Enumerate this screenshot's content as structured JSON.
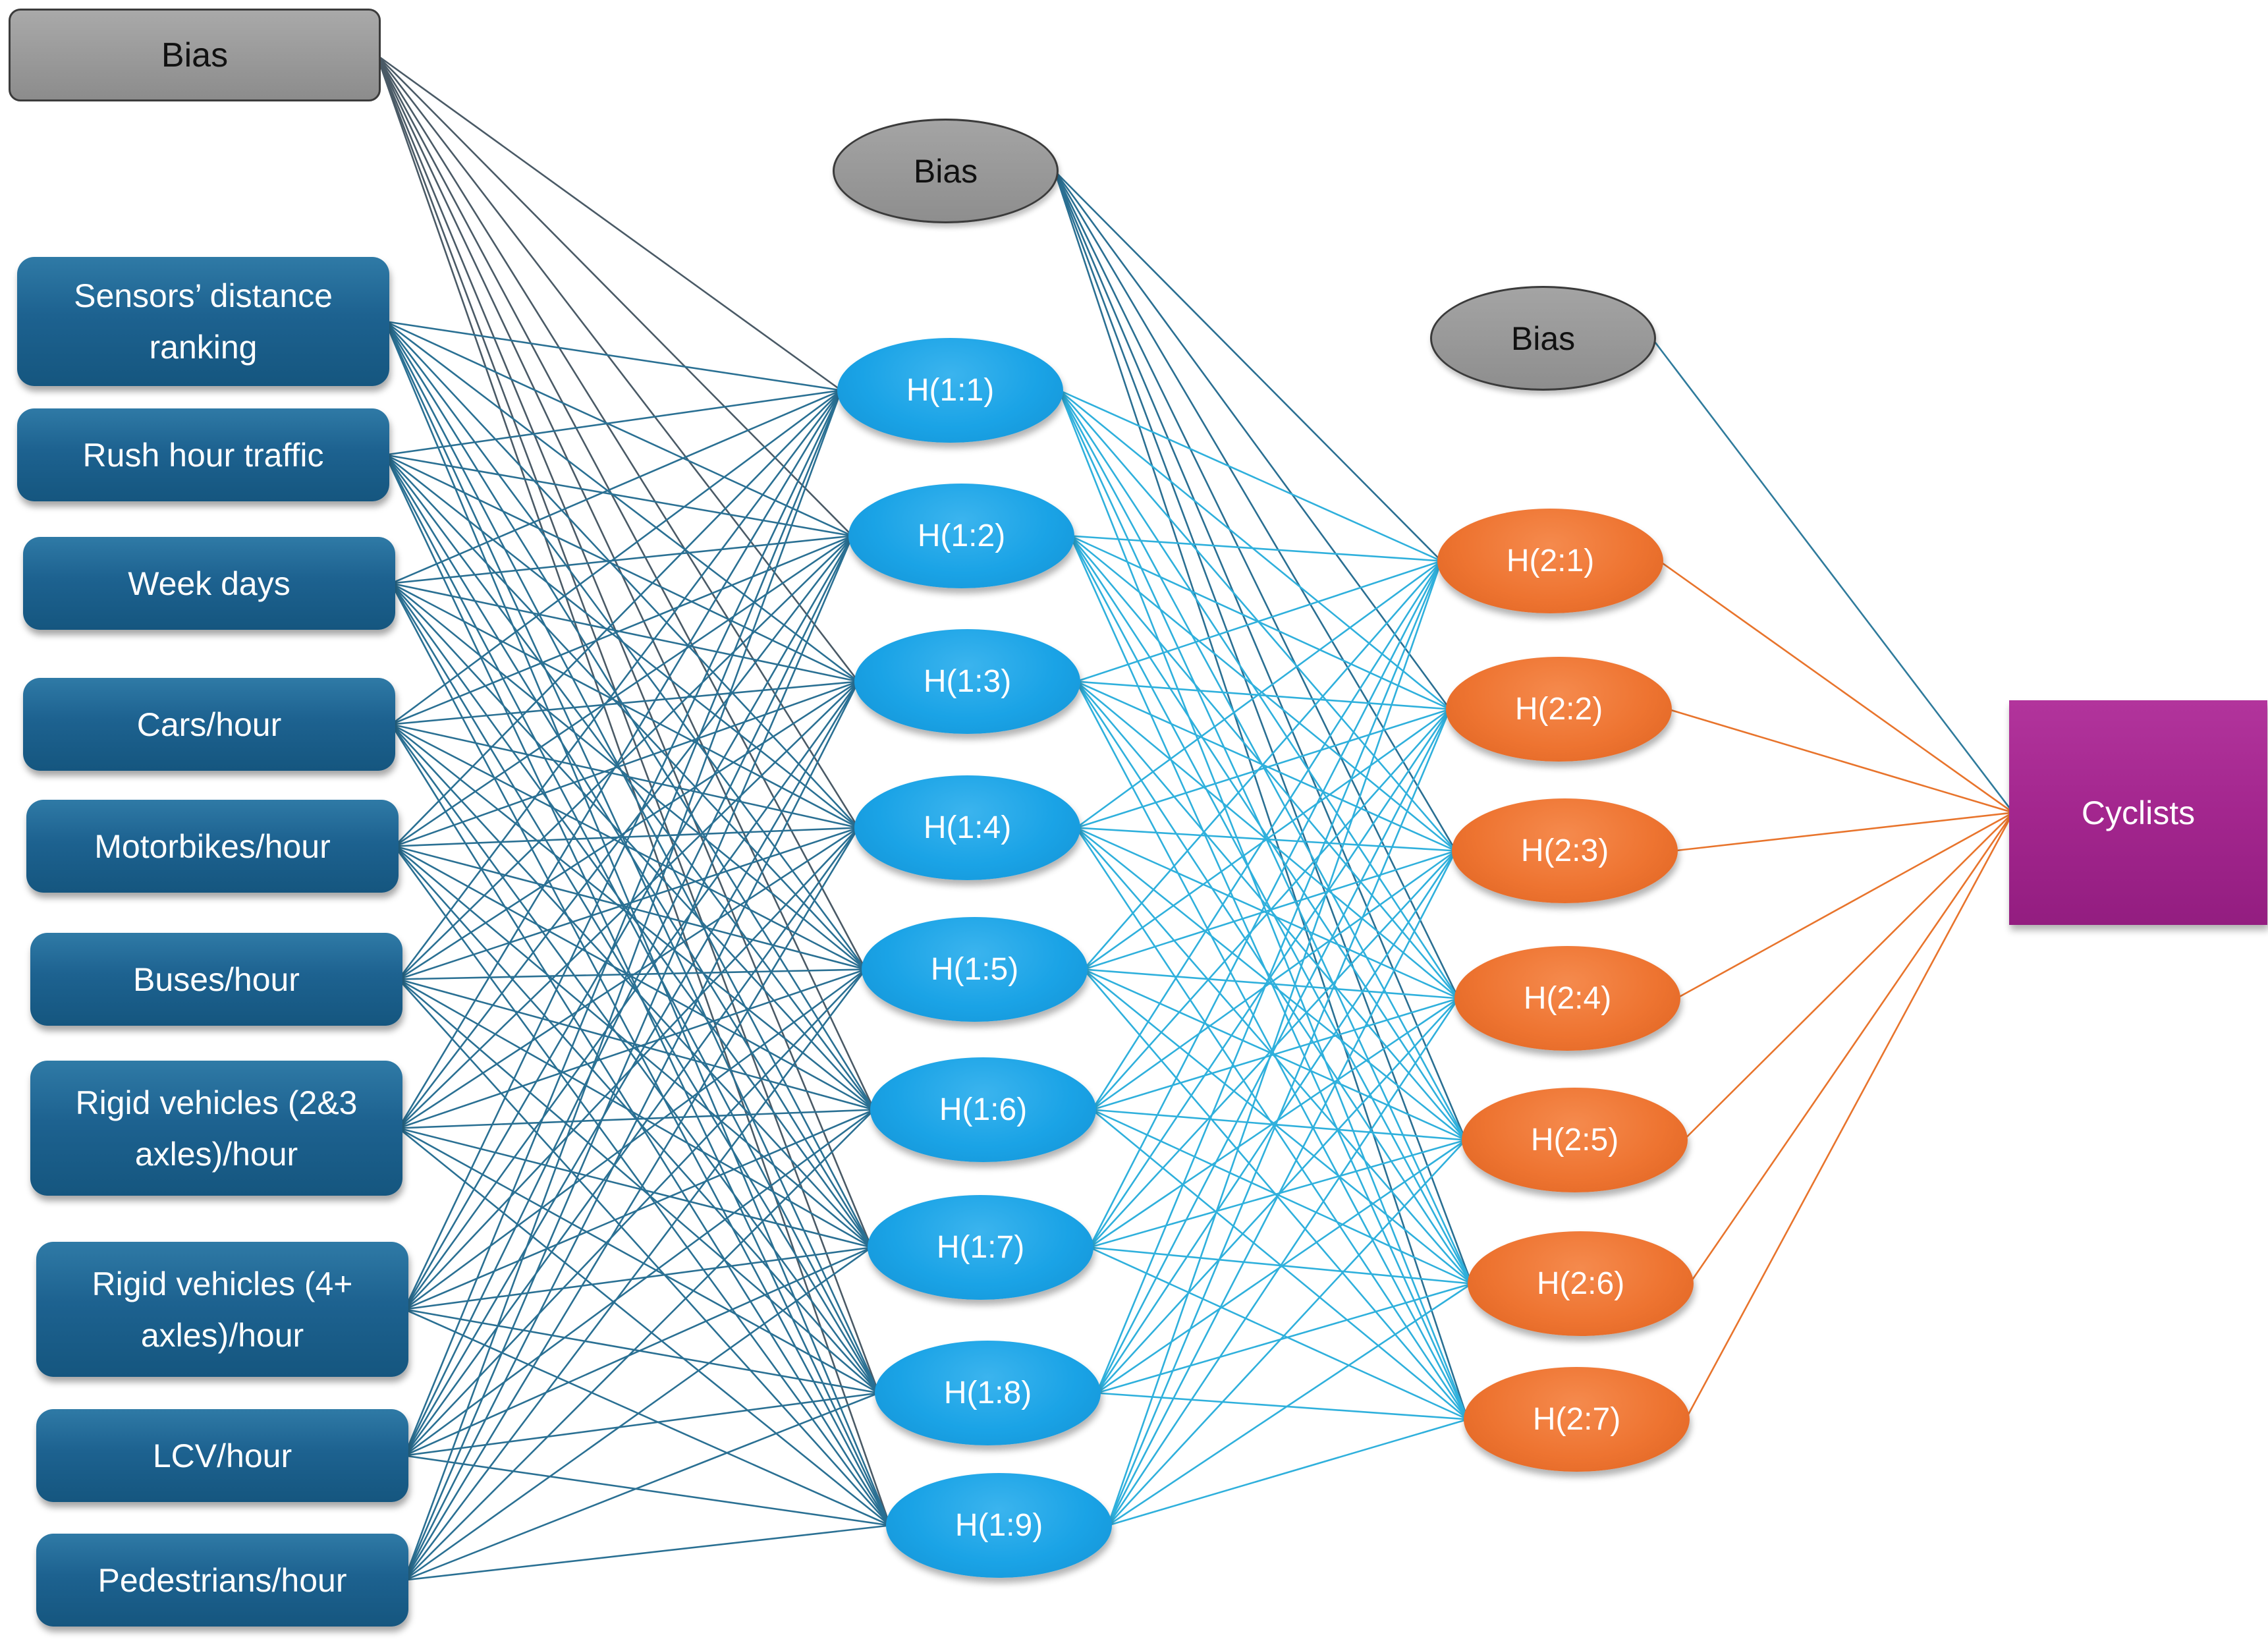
{
  "colors": {
    "input_edge": "#2a7093",
    "input_bias_edge": "#4a5a66",
    "hidden1_edge": "#2fb0dc",
    "hidden1_bias_edge": "#2a6f92",
    "hidden2_edge": "#e8742c",
    "hidden2_bias_edge": "#2f7b9c"
  },
  "input_bias": {
    "label": "Bias"
  },
  "inputs": [
    {
      "label": "Sensors’ distance\nranking"
    },
    {
      "label": "Rush hour traffic"
    },
    {
      "label": "Week days"
    },
    {
      "label": "Cars/hour"
    },
    {
      "label": "Motorbikes/hour"
    },
    {
      "label": "Buses/hour"
    },
    {
      "label": "Rigid vehicles (2&3\naxles)/hour"
    },
    {
      "label": "Rigid vehicles (4+\naxles)/hour"
    },
    {
      "label": "LCV/hour"
    },
    {
      "label": "Pedestrians/hour"
    }
  ],
  "hidden1_bias": {
    "label": "Bias"
  },
  "hidden1": [
    {
      "label": "H(1:1)"
    },
    {
      "label": "H(1:2)"
    },
    {
      "label": "H(1:3)"
    },
    {
      "label": "H(1:4)"
    },
    {
      "label": "H(1:5)"
    },
    {
      "label": "H(1:6)"
    },
    {
      "label": "H(1:7)"
    },
    {
      "label": "H(1:8)"
    },
    {
      "label": "H(1:9)"
    }
  ],
  "hidden2_bias": {
    "label": "Bias"
  },
  "hidden2": [
    {
      "label": "H(2:1)"
    },
    {
      "label": "H(2:2)"
    },
    {
      "label": "H(2:3)"
    },
    {
      "label": "H(2:4)"
    },
    {
      "label": "H(2:5)"
    },
    {
      "label": "H(2:6)"
    },
    {
      "label": "H(2:7)"
    }
  ],
  "output": {
    "label": "Cyclists"
  }
}
